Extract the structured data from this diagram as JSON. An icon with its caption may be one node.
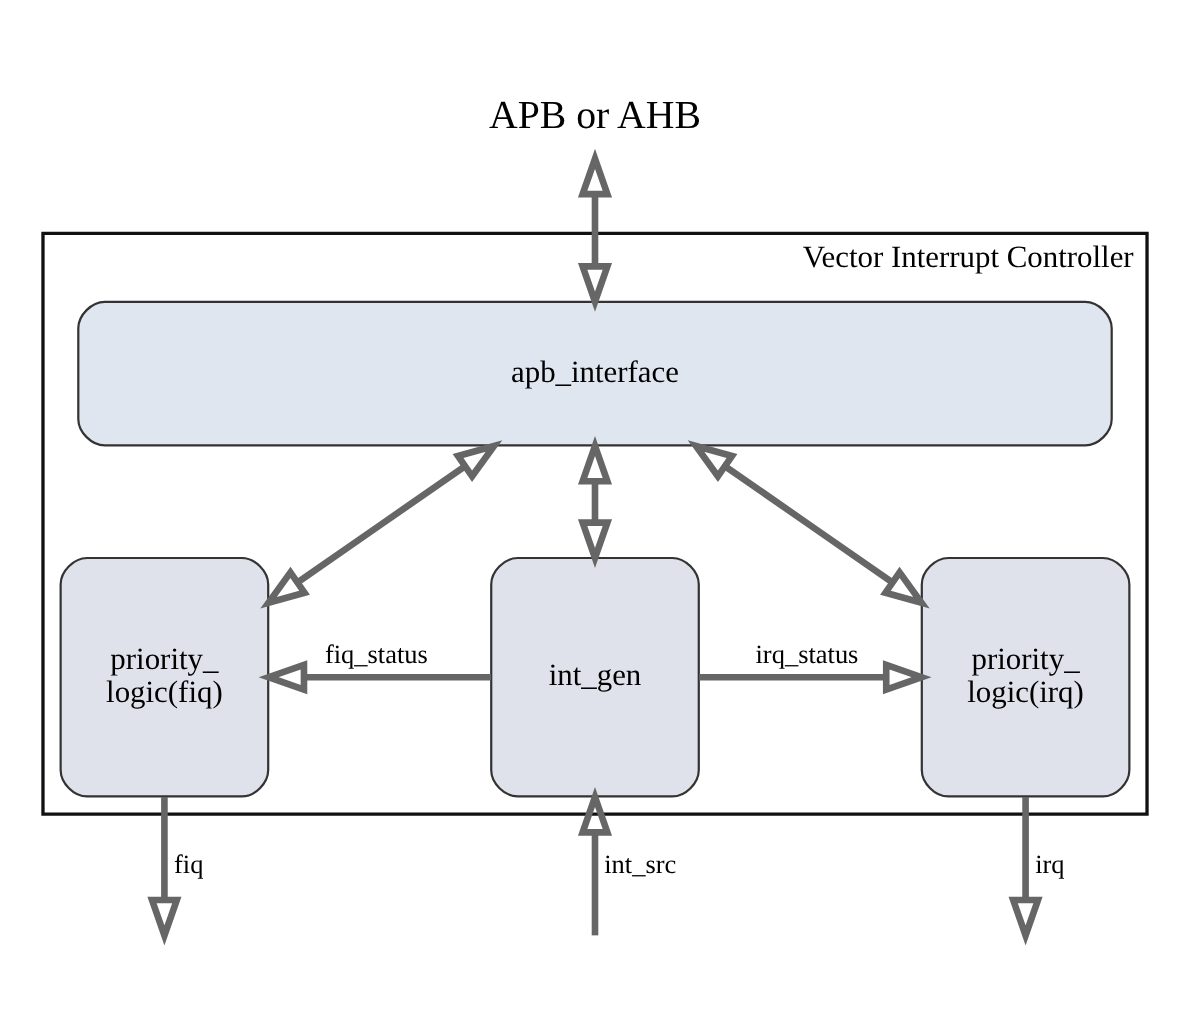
{
  "diagram": {
    "nodes": [
      {
        "text": [
          "APB or AHB"
        ]
      },
      {
        "text": [
          "Vector Interrupt Controller"
        ]
      },
      {
        "text": [
          "apb_interface"
        ],
        "in": 1
      },
      {
        "text": [
          "priority_ logic(fiq)"
        ],
        "in": 1
      },
      {
        "text": [
          "int_gen"
        ],
        "in": 1
      },
      {
        "text": [
          "priority_ logic(irq)"
        ],
        "in": 1
      }
    ],
    "edges": [
      {
        "from": 0,
        "to": 2,
        "arrow": "both"
      },
      {
        "from": 2,
        "to": 3,
        "arrow": "both"
      },
      {
        "from": 2,
        "to": 4,
        "arrow": "both"
      },
      {
        "from": 2,
        "to": 5,
        "arrow": "both"
      },
      {
        "from": 4,
        "to": 3,
        "arrow": "to",
        "label": "fiq_status"
      },
      {
        "from": 4,
        "to": 5,
        "arrow": "to",
        "label": "irq_status"
      },
      {
        "from": 3,
        "to": null,
        "arrow": "to",
        "label": "fiq"
      },
      {
        "from": 5,
        "to": null,
        "arrow": "to",
        "label": "irq"
      },
      {
        "from": null,
        "to": 4,
        "arrow": "to",
        "label": "int_src"
      }
    ]
  }
}
